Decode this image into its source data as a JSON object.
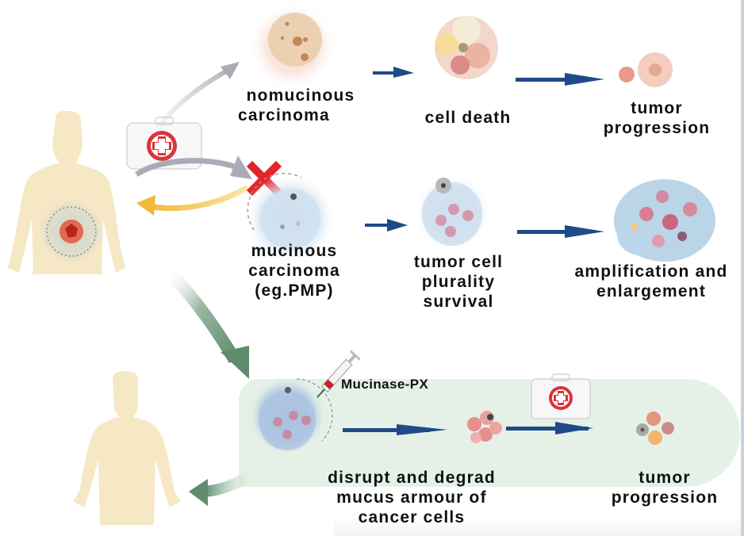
{
  "diagram": {
    "colors": {
      "flow_arrow": "#1f4a8a",
      "gray_arrow": "#a9abb6",
      "yellow_arrow": "#f0c24a",
      "green_arrow": "#5f8c6e",
      "body": "#f6e8c5",
      "panel": "#e5f1e6",
      "block_mark": "#e3242b",
      "first_aid_cross": "#d9353a"
    },
    "top_row": {
      "start": {
        "lines": [
          "nomucinous",
          "carcinoma"
        ]
      },
      "middle": {
        "lines": [
          "cell death"
        ]
      },
      "end": {
        "lines": [
          "tumor",
          "progression"
        ]
      }
    },
    "middle_row": {
      "start": {
        "lines": [
          "mucinous",
          "carcinoma",
          "(eg.PMP)"
        ]
      },
      "middle": {
        "lines": [
          "tumor cell",
          "plurality",
          "survival"
        ]
      },
      "end": {
        "lines": [
          "amplification and",
          "enlargement"
        ]
      }
    },
    "bottom_row": {
      "drug_label": "Mucinase-PX",
      "middle": {
        "lines": [
          "disrupt and degrad",
          "mucus armour of",
          "cancer cells"
        ]
      },
      "end": {
        "lines": [
          "tumor",
          "progression"
        ]
      }
    },
    "icons": {
      "patient_sick": "human-body-with-tumor",
      "patient_recovered": "human-body",
      "first_aid_top": "first-aid-kit",
      "first_aid_bottom": "first-aid-kit",
      "blocked": "red-x",
      "syringe": "syringe"
    }
  }
}
